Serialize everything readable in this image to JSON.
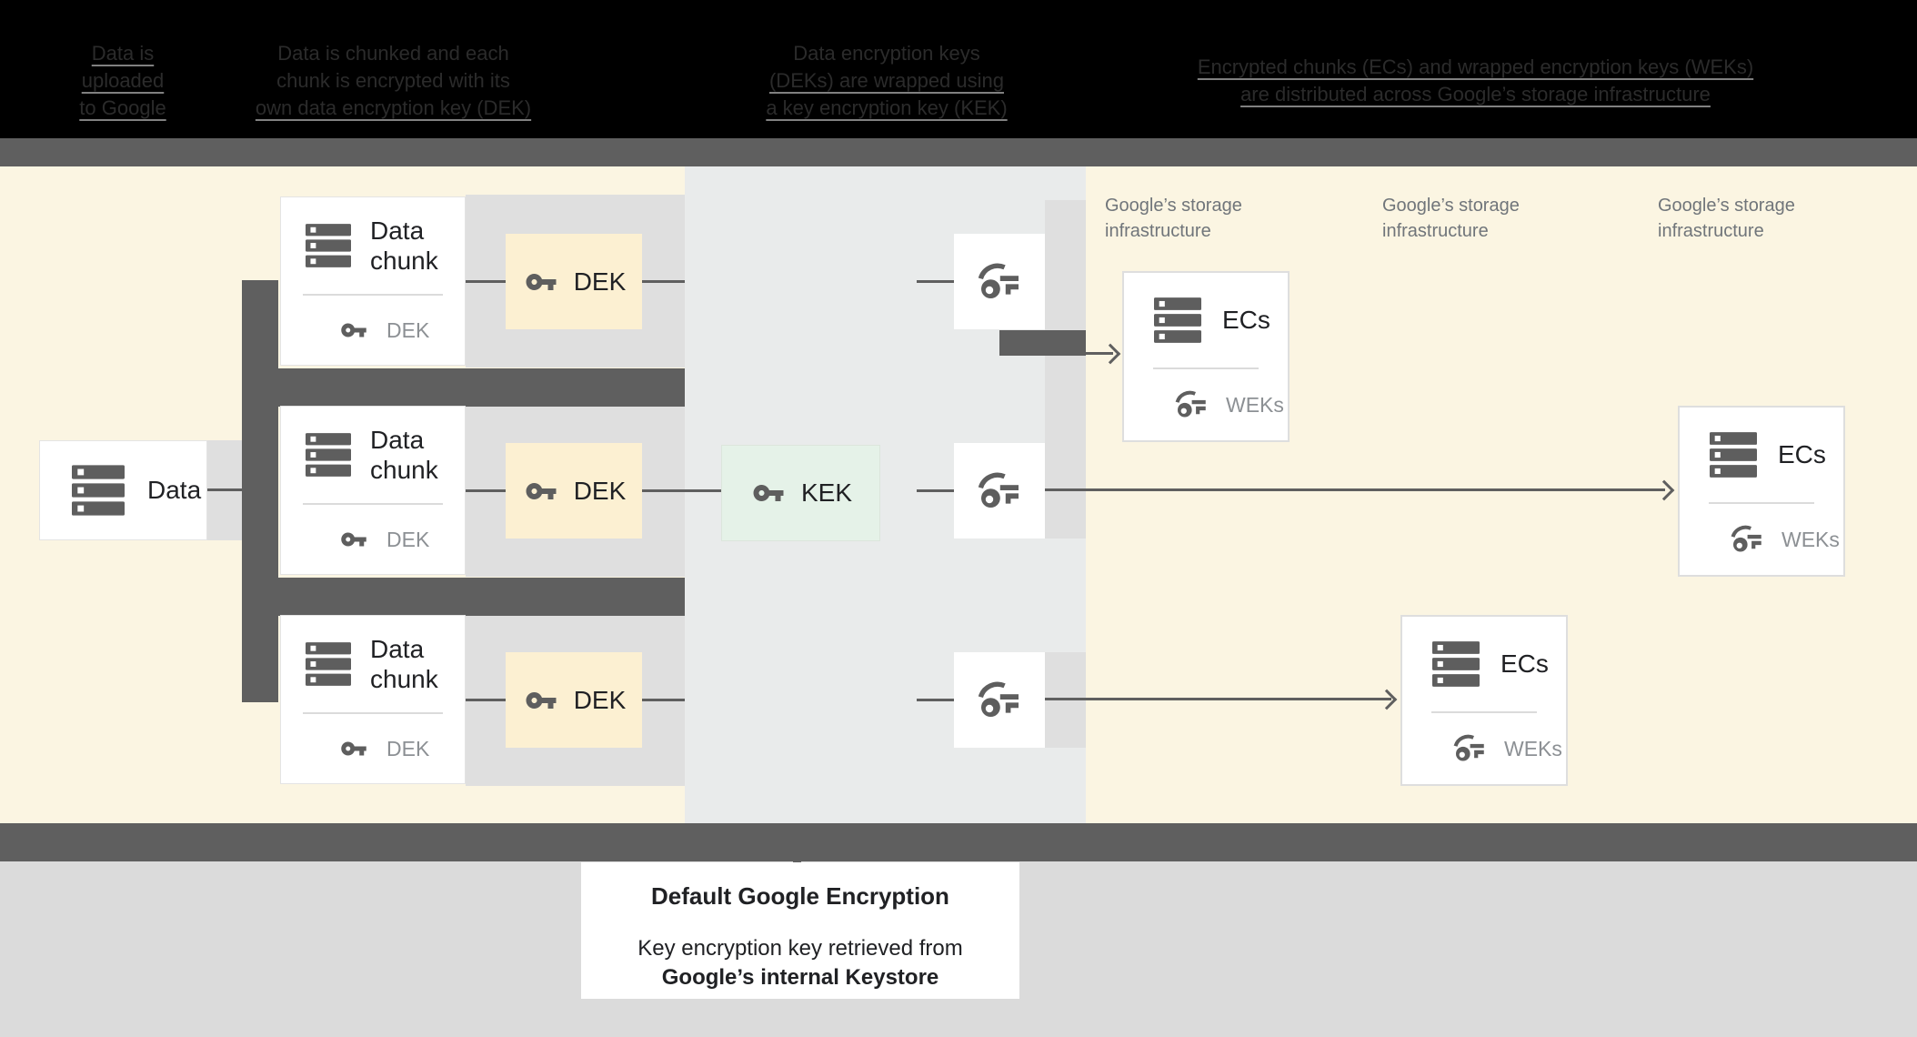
{
  "header": {
    "steps": [
      {
        "lines": [
          "Data is",
          "uploaded",
          "to Google"
        ]
      },
      {
        "lines": [
          "Data is chunked and each",
          "chunk is encrypted with its",
          "own data encryption key (DEK)"
        ]
      },
      {
        "lines": [
          "Data encryption keys",
          "(DEKs) are wrapped using",
          "a key encryption key (KEK)"
        ]
      },
      {
        "lines": [
          "Encrypted chunks (ECs) and wrapped encryption keys (WEKs)",
          "are distributed across Google’s storage infrastructure"
        ]
      }
    ]
  },
  "diagram": {
    "data_box": {
      "label": "Data"
    },
    "chunks": [
      {
        "title": "Data chunk",
        "key_label": "DEK"
      },
      {
        "title": "Data chunk",
        "key_label": "DEK"
      },
      {
        "title": "Data chunk",
        "key_label": "DEK"
      }
    ],
    "dek_boxes": [
      {
        "label": "DEK"
      },
      {
        "label": "DEK"
      },
      {
        "label": "DEK"
      }
    ],
    "kek_box": {
      "label": "KEK"
    },
    "storage_labels": [
      {
        "line1": "Google’s storage",
        "line2": "infrastructure"
      },
      {
        "line1": "Google’s storage",
        "line2": "infrastructure"
      },
      {
        "line1": "Google’s storage",
        "line2": "infrastructure"
      }
    ],
    "ec_boxes": [
      {
        "title": "ECs",
        "key_label": "WEKs"
      },
      {
        "title": "ECs",
        "key_label": "WEKs"
      },
      {
        "title": "ECs",
        "key_label": "WEKs"
      }
    ]
  },
  "caption": {
    "title": "Default Google Encryption",
    "line1": "Key encryption key retrieved from",
    "line2": "Google’s internal Keystore"
  },
  "colors": {
    "background_cream": "#FBF5E2",
    "dek_box_cream": "#FCF0D2",
    "kek_box_green": "#E5F2E8",
    "kek_panel_gray": "#E9EBEB",
    "bar_dark_gray": "#5F5F5F",
    "strip_light_gray": "#DFDFDF"
  }
}
